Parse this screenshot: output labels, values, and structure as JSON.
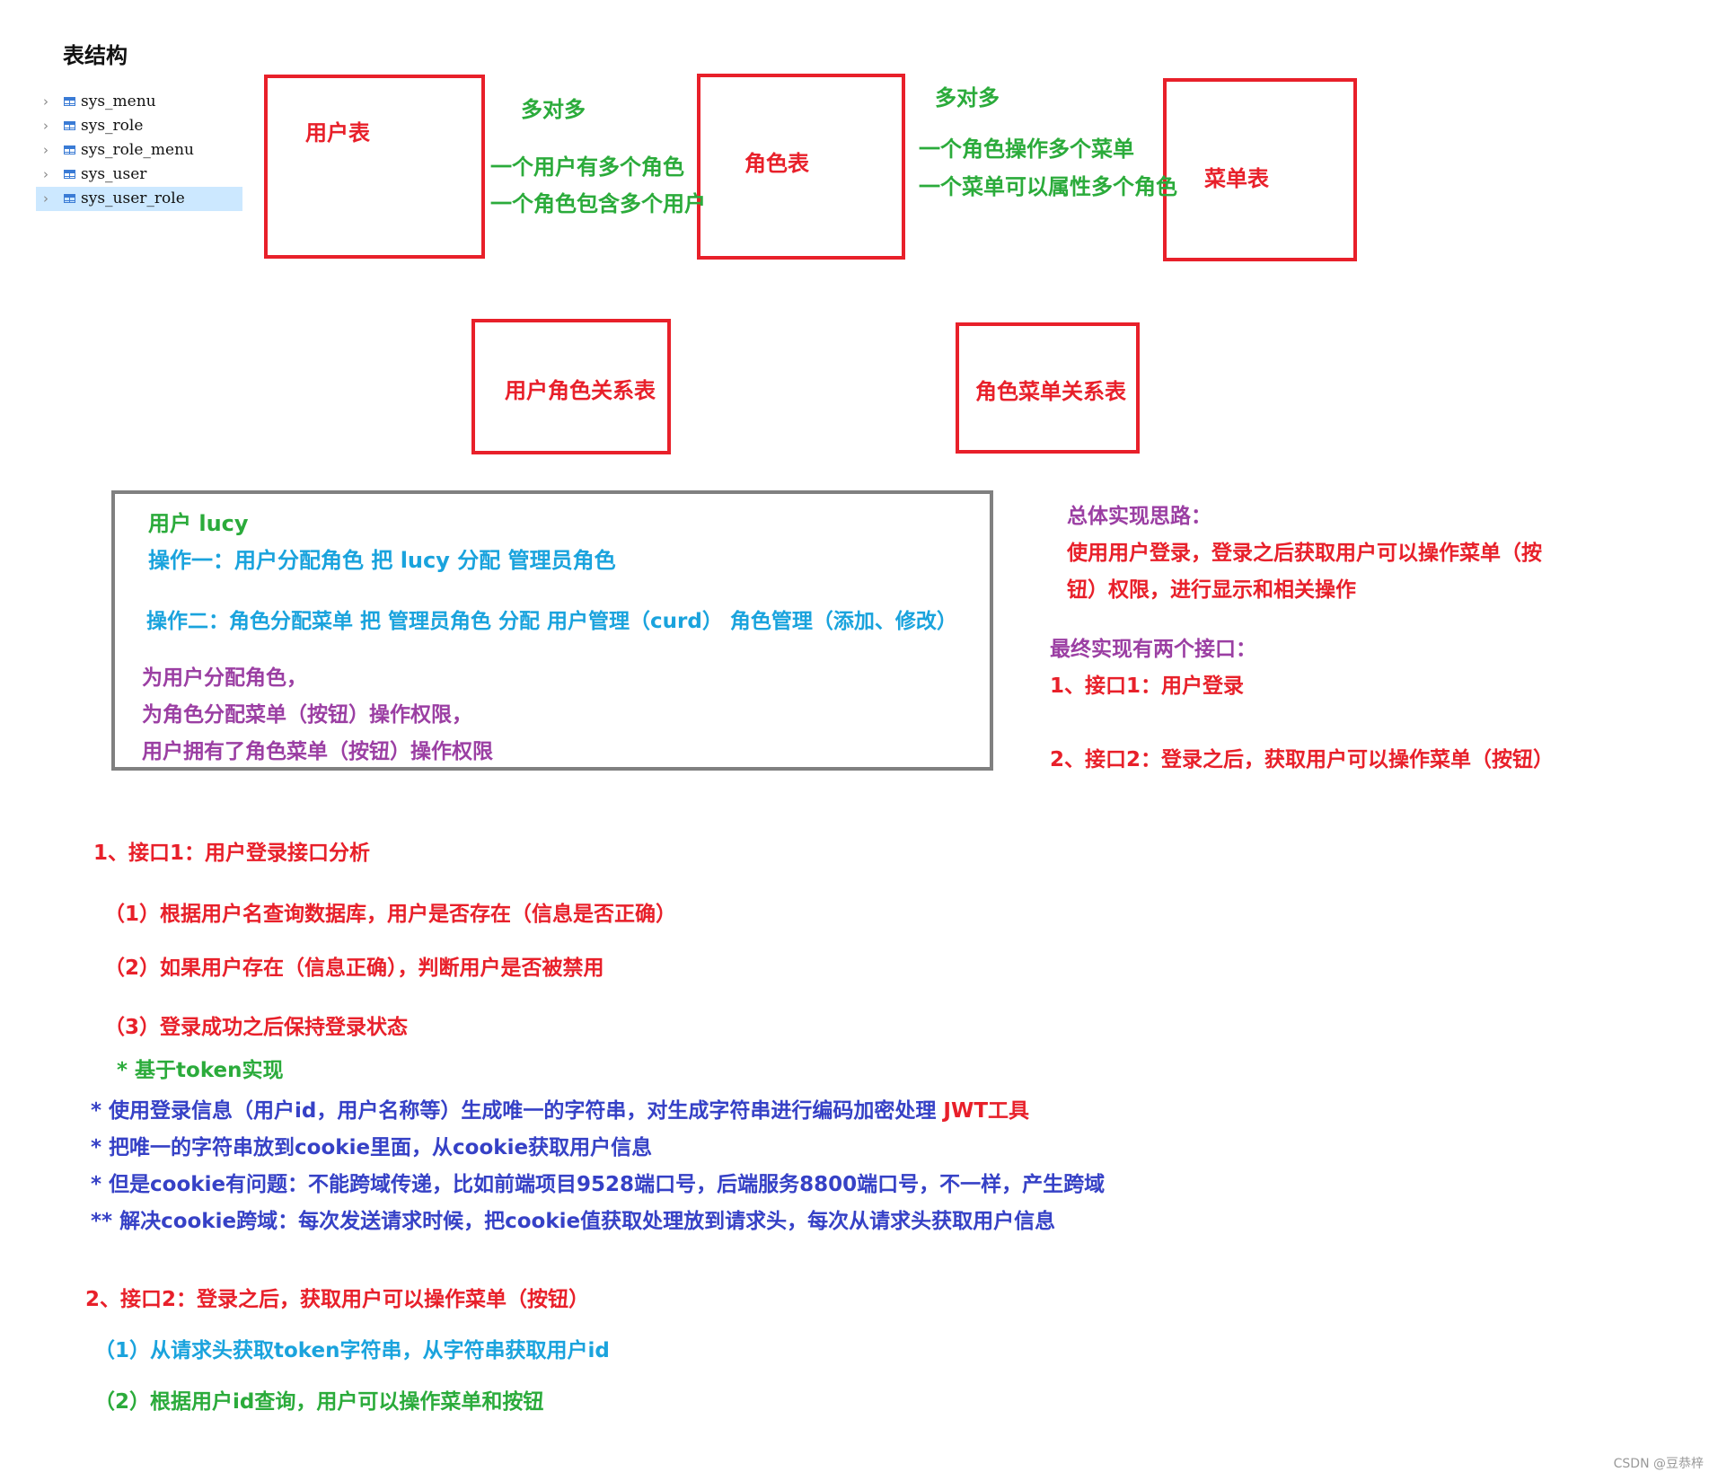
{
  "title": "表结构",
  "tree": {
    "items": [
      {
        "name": "sys_menu",
        "selected": false
      },
      {
        "name": "sys_role",
        "selected": false
      },
      {
        "name": "sys_role_menu",
        "selected": false
      },
      {
        "name": "sys_user",
        "selected": false
      },
      {
        "name": "sys_user_role",
        "selected": true
      }
    ]
  },
  "entities": {
    "user": "用户表",
    "role": "角色表",
    "menu": "菜单表",
    "user_role": "用户角色关系表",
    "role_menu": "角色菜单关系表"
  },
  "relations": {
    "user_role": {
      "title": "多对多",
      "line1": "一个用户有多个角色",
      "line2": "一个角色包含多个用户"
    },
    "role_menu": {
      "title": "多对多",
      "line1": "一个角色操作多个菜单",
      "line2": "一个菜单可以属性多个角色"
    }
  },
  "example": {
    "user": "用户 lucy",
    "op1": "操作一：用户分配角色   把 lucy 分配 管理员角色",
    "op2": "操作二：角色分配菜单  把 管理员角色  分配 用户管理（curd） 角色管理（添加、修改）",
    "note1": "为用户分配角色，",
    "note2": "为角色分配菜单（按钮）操作权限，",
    "note3": "用户拥有了角色菜单（按钮）操作权限"
  },
  "overall": {
    "heading": "总体实现思路：",
    "line1": "使用用户登录，登录之后获取用户可以操作菜单（按",
    "line2": "钮）权限，进行显示和相关操作",
    "final_heading": "最终实现有两个接口：",
    "api1": "1、接口1：用户登录",
    "api2": "2、接口2：登录之后，获取用户可以操作菜单（按钮）"
  },
  "analysis1": {
    "heading": "1、接口1：用户登录接口分析",
    "step1": "（1）根据用户名查询数据库，用户是否存在（信息是否正确）",
    "step2": "（2）如果用户存在（信息正确），判断用户是否被禁用",
    "step3": "（3）登录成功之后保持登录状态",
    "token": "* 基于token实现",
    "b1": "* 使用登录信息（用户id，用户名称等）生成唯一的字符串，对生成字符串进行编码加密处理",
    "b1_tool": "JWT工具",
    "b2": "* 把唯一的字符串放到cookie里面，从cookie获取用户信息",
    "b3": "* 但是cookie有问题：不能跨域传递，比如前端项目9528端口号，后端服务8800端口号，不一样，产生跨域",
    "b4": "** 解决cookie跨域：每次发送请求时候，把cookie值获取处理放到请求头，每次从请求头获取用户信息"
  },
  "analysis2": {
    "heading": "2、接口2：登录之后，获取用户可以操作菜单（按钮）",
    "step1": "（1）从请求头获取token字符串，从字符串获取用户id",
    "step2": "（2）根据用户id查询，用户可以操作菜单和按钮"
  },
  "watermark": "CSDN @豆恭梓",
  "colors": {
    "red": "#e8202a",
    "green": "#2bab3b",
    "blue": "#1aa3dd",
    "purple": "#9b3fa3",
    "indigo": "#3641c6",
    "gray_border": "#808080",
    "tree_selected": "#cce8ff"
  }
}
